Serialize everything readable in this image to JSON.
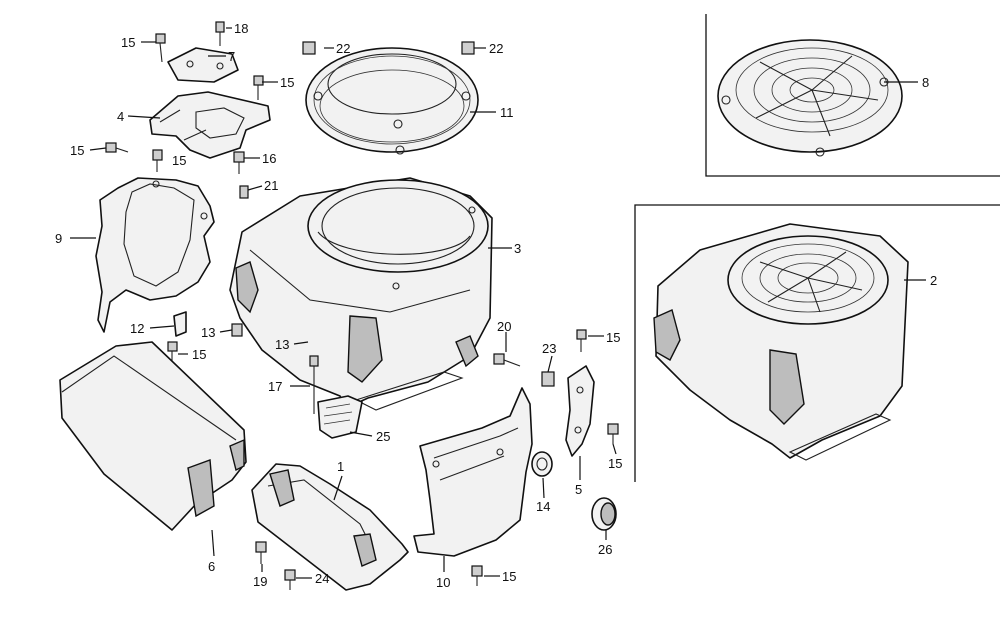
{
  "callouts": [
    {
      "id": "c18a",
      "text": "18"
    },
    {
      "id": "c15a",
      "text": "15"
    },
    {
      "id": "c7",
      "text": "7"
    },
    {
      "id": "c15b",
      "text": "15"
    },
    {
      "id": "c4",
      "text": "4"
    },
    {
      "id": "c15c",
      "text": "15"
    },
    {
      "id": "c15d",
      "text": "15"
    },
    {
      "id": "c22a",
      "text": "22"
    },
    {
      "id": "c22b",
      "text": "22"
    },
    {
      "id": "c11",
      "text": "11"
    },
    {
      "id": "c16",
      "text": "16"
    },
    {
      "id": "c21",
      "text": "21"
    },
    {
      "id": "c8",
      "text": "8"
    },
    {
      "id": "c9",
      "text": "9"
    },
    {
      "id": "c3",
      "text": "3"
    },
    {
      "id": "c2",
      "text": "2"
    },
    {
      "id": "c12",
      "text": "12"
    },
    {
      "id": "c15e",
      "text": "15"
    },
    {
      "id": "c13a",
      "text": "13"
    },
    {
      "id": "c13b",
      "text": "13"
    },
    {
      "id": "c20",
      "text": "20"
    },
    {
      "id": "c23",
      "text": "23"
    },
    {
      "id": "c15f",
      "text": "15"
    },
    {
      "id": "c17",
      "text": "17"
    },
    {
      "id": "c25",
      "text": "25"
    },
    {
      "id": "c15g",
      "text": "15"
    },
    {
      "id": "c1",
      "text": "1"
    },
    {
      "id": "c14",
      "text": "14"
    },
    {
      "id": "c5",
      "text": "5"
    },
    {
      "id": "c6",
      "text": "6"
    },
    {
      "id": "c26",
      "text": "26"
    },
    {
      "id": "c19",
      "text": "19"
    },
    {
      "id": "c24",
      "text": "24"
    },
    {
      "id": "c10",
      "text": "10"
    },
    {
      "id": "c15h",
      "text": "15"
    }
  ]
}
